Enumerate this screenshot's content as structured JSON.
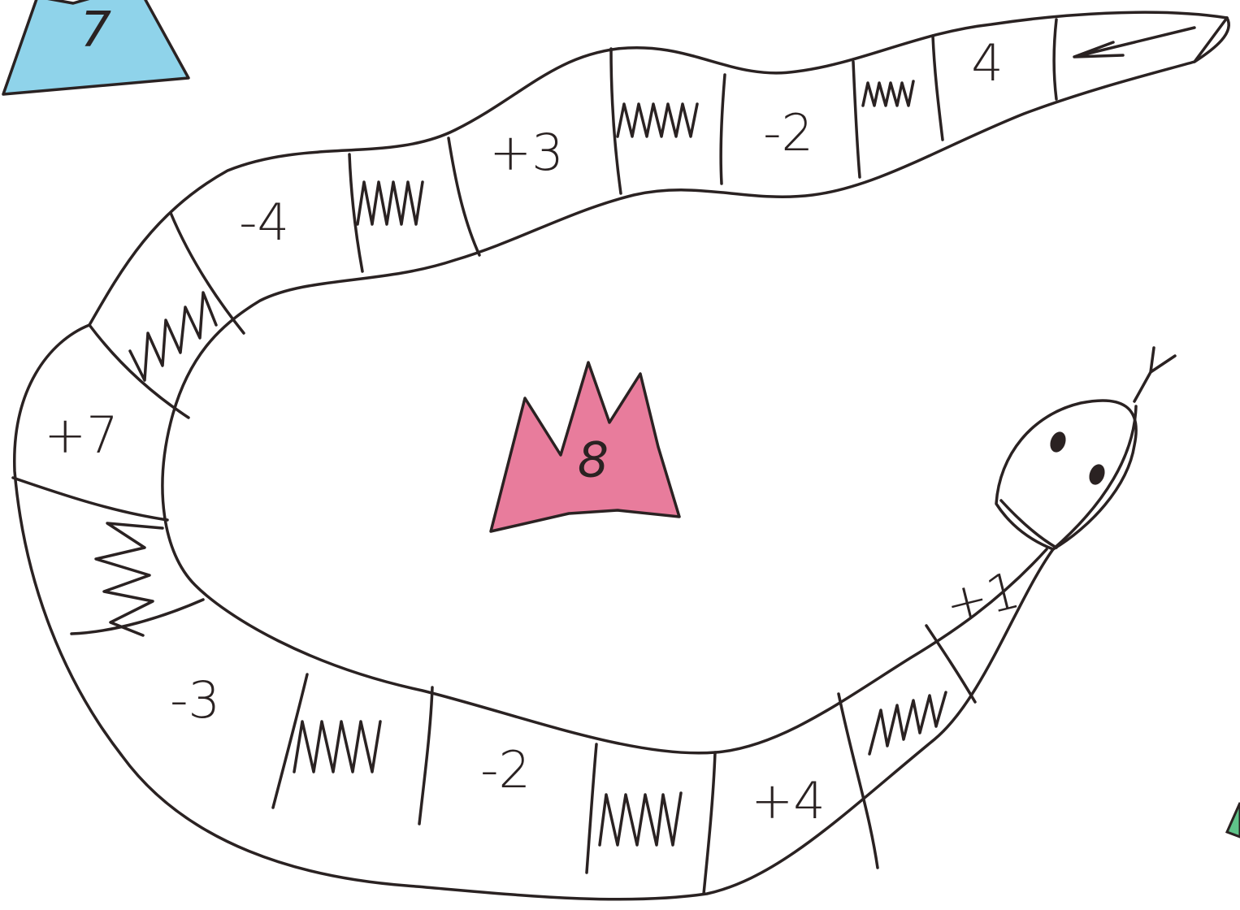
{
  "board": {
    "start_cell": "4",
    "cells": [
      "-2",
      "+3",
      "-4",
      "+7",
      "-3",
      "-2",
      "+4",
      "+1"
    ],
    "blue_mountain_label": "7",
    "crown_label": "8"
  },
  "colors": {
    "ink": "#2a2222",
    "blue_mountain": "#8fd3ea",
    "pink_crown": "#e87c9c",
    "green_mountain": "#5fc48a"
  },
  "icons": {
    "start_arrow": "left-arrow-icon",
    "wavy_cell": "zigzag-icon",
    "snake_head": "snake-head-icon"
  }
}
